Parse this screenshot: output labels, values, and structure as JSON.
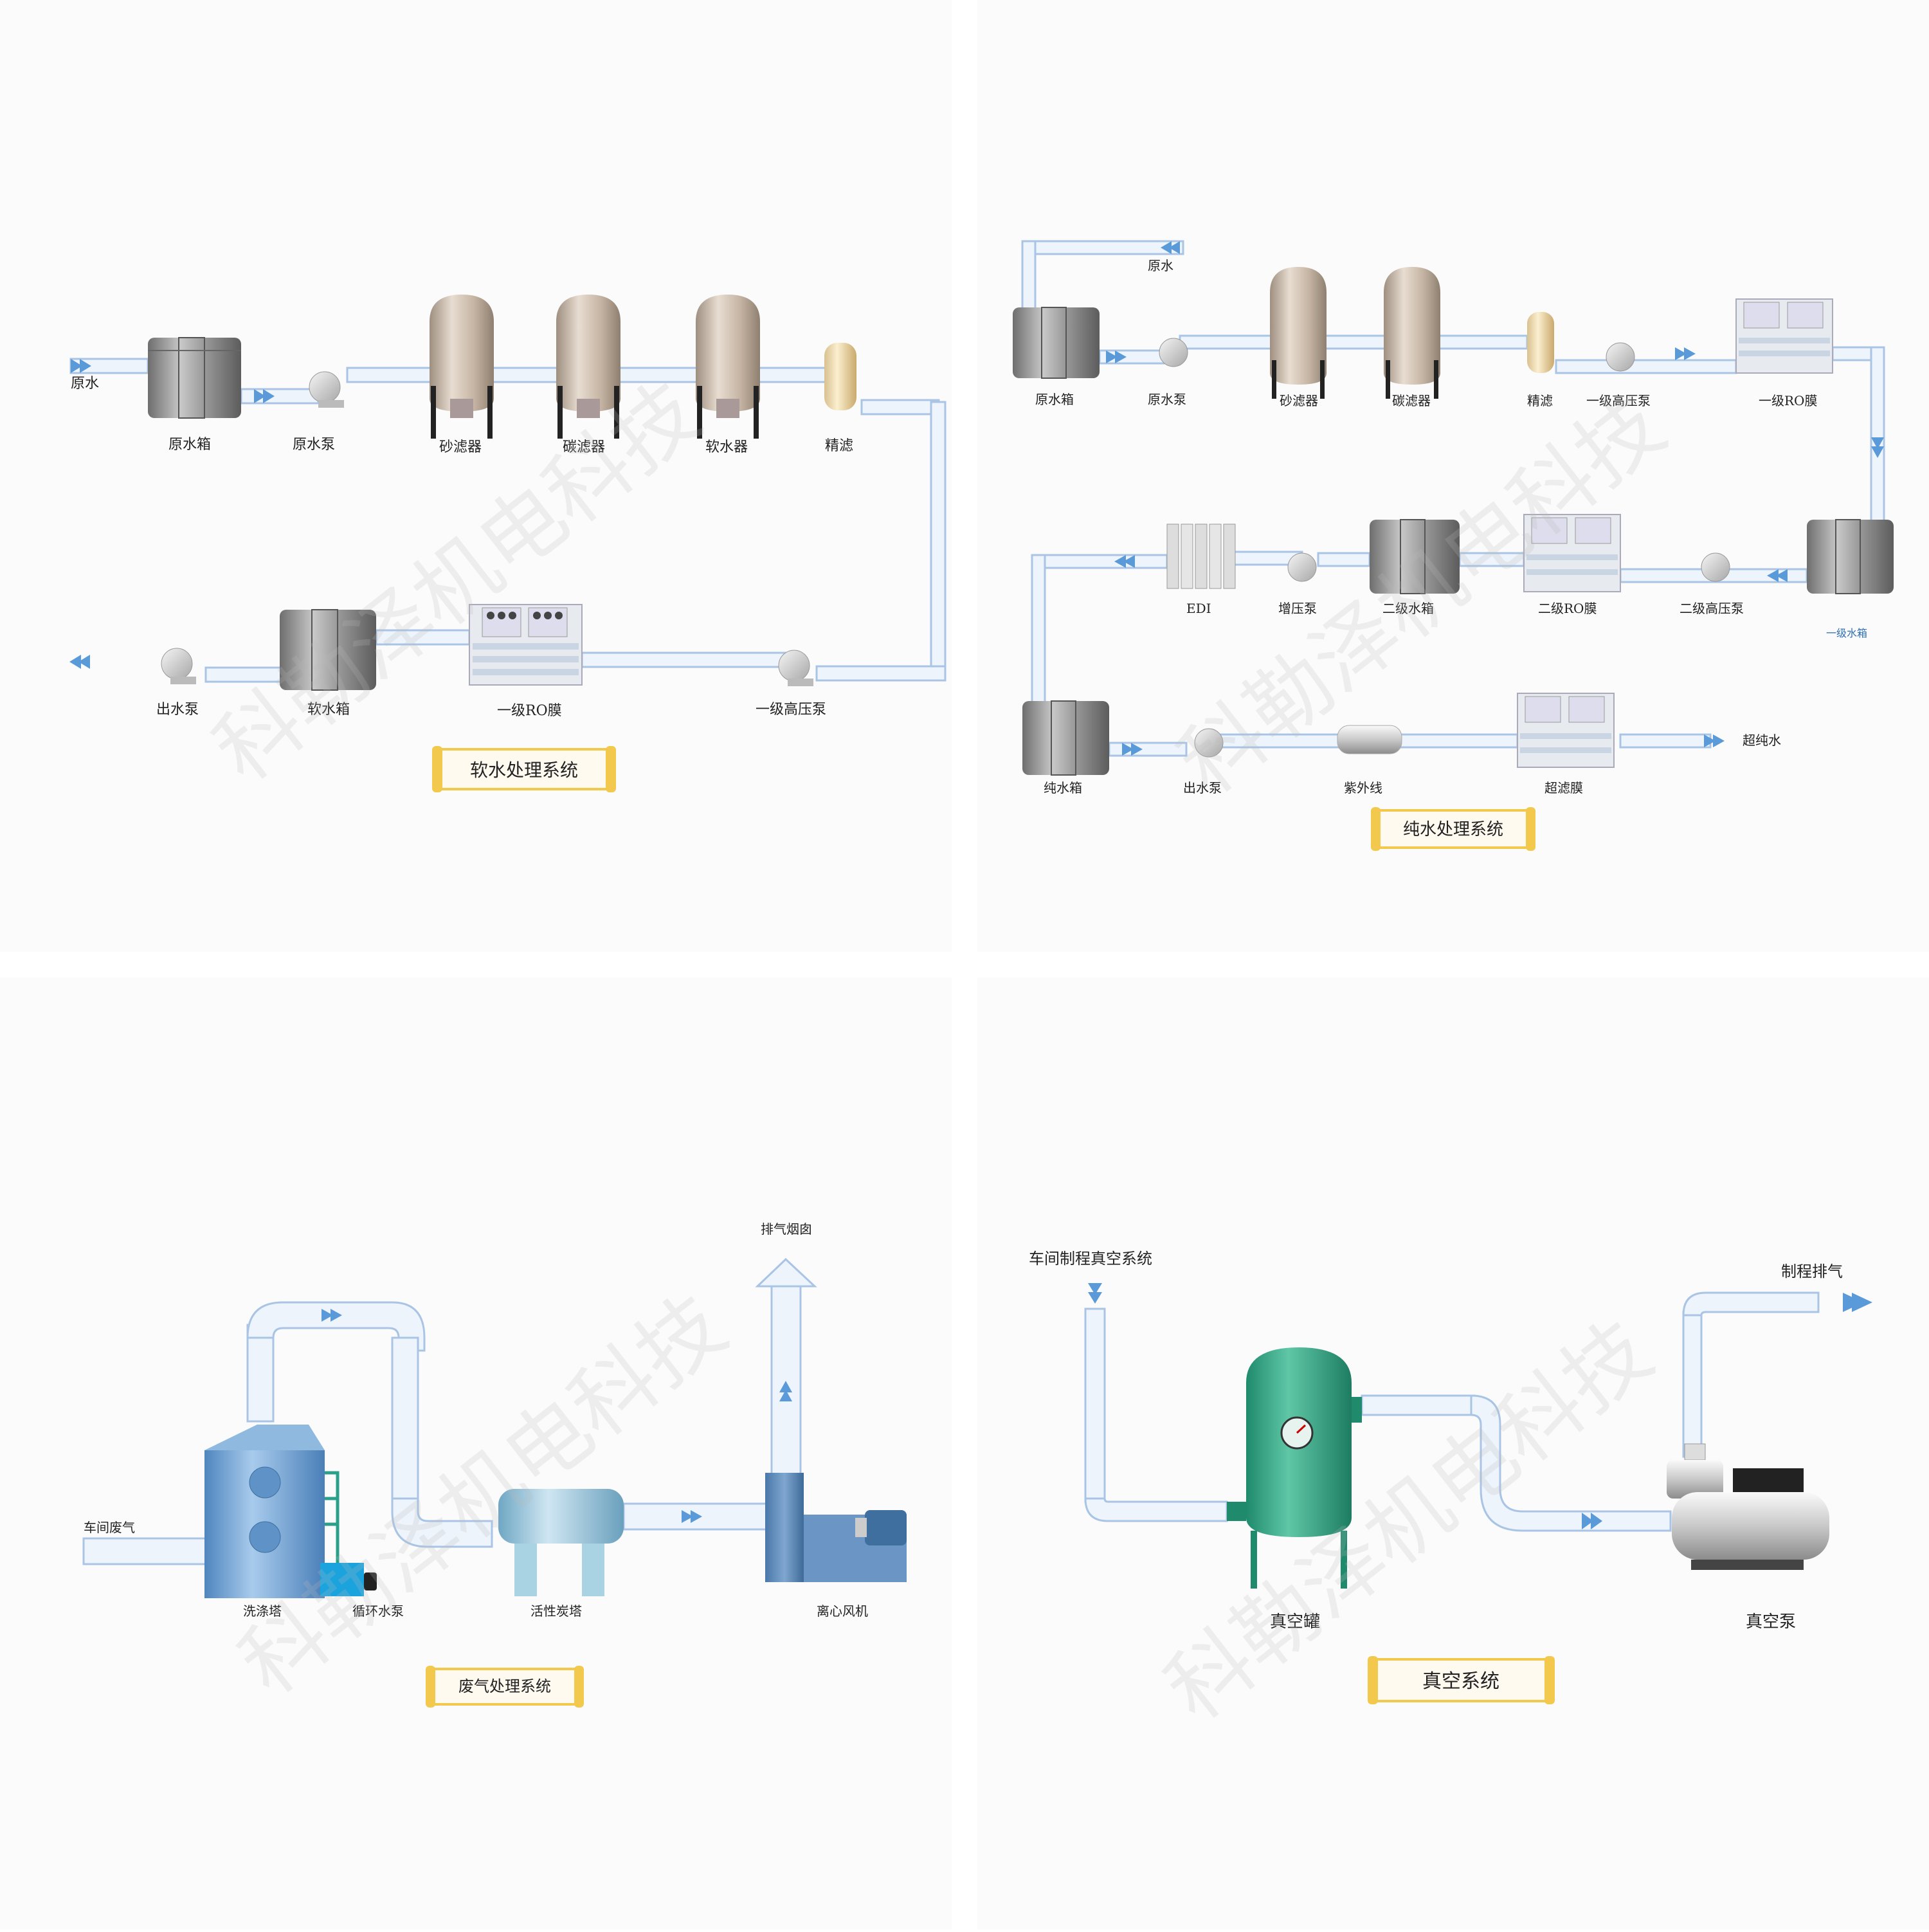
{
  "watermark": "科勒泽机电科技",
  "panels": {
    "softening": {
      "title": "软水处理系统",
      "input_label": "原水",
      "labels": {
        "raw_tank": "原水箱",
        "raw_pump": "原水泵",
        "sand_filter": "砂滤器",
        "carbon_filter": "碳滤器",
        "softener": "软水器",
        "precision_filter": "精滤",
        "hp_pump": "一级高压泵",
        "ro": "一级RO膜",
        "soft_tank": "软水箱",
        "out_pump": "出水泵"
      }
    },
    "pure_water": {
      "title": "纯水处理系统",
      "input_label": "原水",
      "output_label": "超纯水",
      "labels": {
        "raw_tank": "原水箱",
        "raw_pump": "原水泵",
        "sand_filter": "砂滤器",
        "carbon_filter": "碳滤器",
        "precision_filter": "精滤",
        "hp_pump1": "一级高压泵",
        "ro1": "一级RO膜",
        "tank1": "一级水箱",
        "hp_pump2": "二级高压泵",
        "ro2": "二级RO膜",
        "tank2": "二级水箱",
        "booster": "增压泵",
        "edi": "EDI",
        "pure_tank": "纯水箱",
        "out_pump": "出水泵",
        "uv": "紫外线",
        "uf": "超滤膜"
      }
    },
    "exhaust": {
      "title": "废气处理系统",
      "input_label": "车间废气",
      "stack_label": "排气烟囱",
      "labels": {
        "scrubber": "洗涤塔",
        "circ_pump": "循环水泵",
        "carbon_tower": "活性炭塔",
        "fan": "离心风机"
      }
    },
    "vacuum": {
      "title": "真空系统",
      "input_label": "车间制程真空系统",
      "output_label": "制程排气",
      "labels": {
        "vacuum_tank": "真空罐",
        "vacuum_pump": "真空泵"
      }
    }
  },
  "colors": {
    "pipe_fill": "#eef4fb",
    "pipe_stroke": "#a9c4e4",
    "arrow": "#5a9ad8",
    "scroll_gold": "#f2c94c",
    "scroll_paper": "#fffaf0",
    "tank_grey": "#8f8f8f",
    "vessel_beige": "#c9b9a6",
    "scrubber_blue": "#6fa3d2",
    "vacuum_green": "#3fae8e"
  }
}
